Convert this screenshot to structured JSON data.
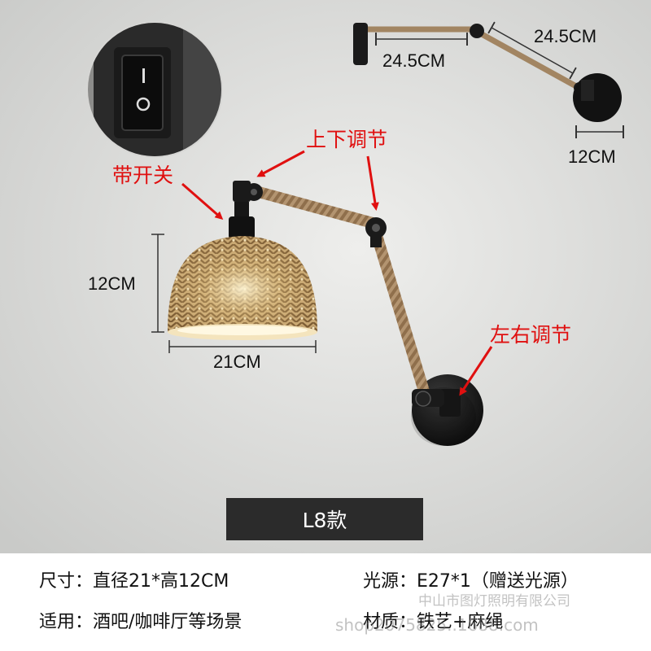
{
  "colors": {
    "annotation": "#e01010",
    "banner_bg": "#2b2b2b",
    "rope": "#b09068",
    "metal": "#1e1e1e"
  },
  "icons": [
    "rocker-switch-icon",
    "arrow-icon"
  ],
  "dimensions": {
    "mini_arm_1": "24.5CM",
    "mini_arm_2": "24.5CM",
    "mini_base": "12CM",
    "shade_height": "12CM",
    "shade_width": "21CM"
  },
  "annotations": {
    "switch": "带开关",
    "vertical_adjust": "上下调节",
    "horizontal_adjust": "左右调节"
  },
  "model_label": "L8款",
  "specs": {
    "size": "尺寸：直径21*高12CM",
    "light_source": "光源：E27*1（赠送光源）",
    "usage": "适用：酒吧/咖啡厅等场景",
    "material": "材质：铁艺+麻绳"
  },
  "watermark": {
    "company": "中山市图灯照明有限公司",
    "shop": "shop2075825..1688.com"
  }
}
